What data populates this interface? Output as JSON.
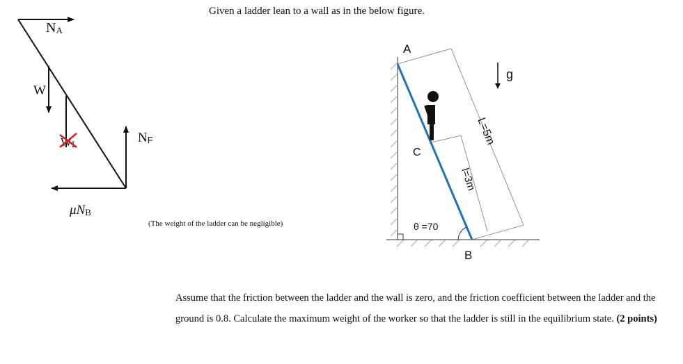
{
  "header": {
    "title": "Given a ladder lean to a wall as in the below figure."
  },
  "note": "(The weight of the ladder can be negligible)",
  "question": {
    "text": "Assume that the friction between the ladder and the wall is zero, and the friction coefficient between the ladder and the ground is 0.8. Calculate the maximum weight of the worker so that the ladder is still in the equilibrium state.",
    "points": "(2 points)"
  },
  "fbd": {
    "na_main": "N",
    "na_sub": "A",
    "w": "W",
    "wl_main": "W",
    "wl_sub": "L",
    "nf_main": "N",
    "nf_sub": "F",
    "mu": "μN",
    "mu_sub": "B"
  },
  "figure": {
    "point_a": "A",
    "point_b": "B",
    "point_c": "C",
    "gravity": "g",
    "length_total": "L=5m",
    "length_part": "l=3m",
    "angle": "θ =70"
  },
  "colors": {
    "ladder": "#1f6fc0",
    "cross": "#d42020"
  }
}
